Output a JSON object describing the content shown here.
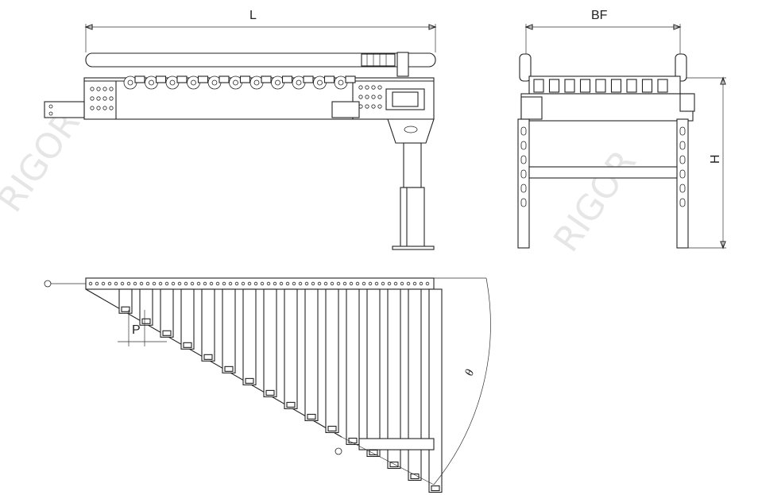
{
  "drawing": {
    "dimension_labels": {
      "length": "L",
      "width": "BF",
      "height": "H",
      "pitch": "P",
      "angle": "θ"
    },
    "watermark": "RIGOR"
  }
}
